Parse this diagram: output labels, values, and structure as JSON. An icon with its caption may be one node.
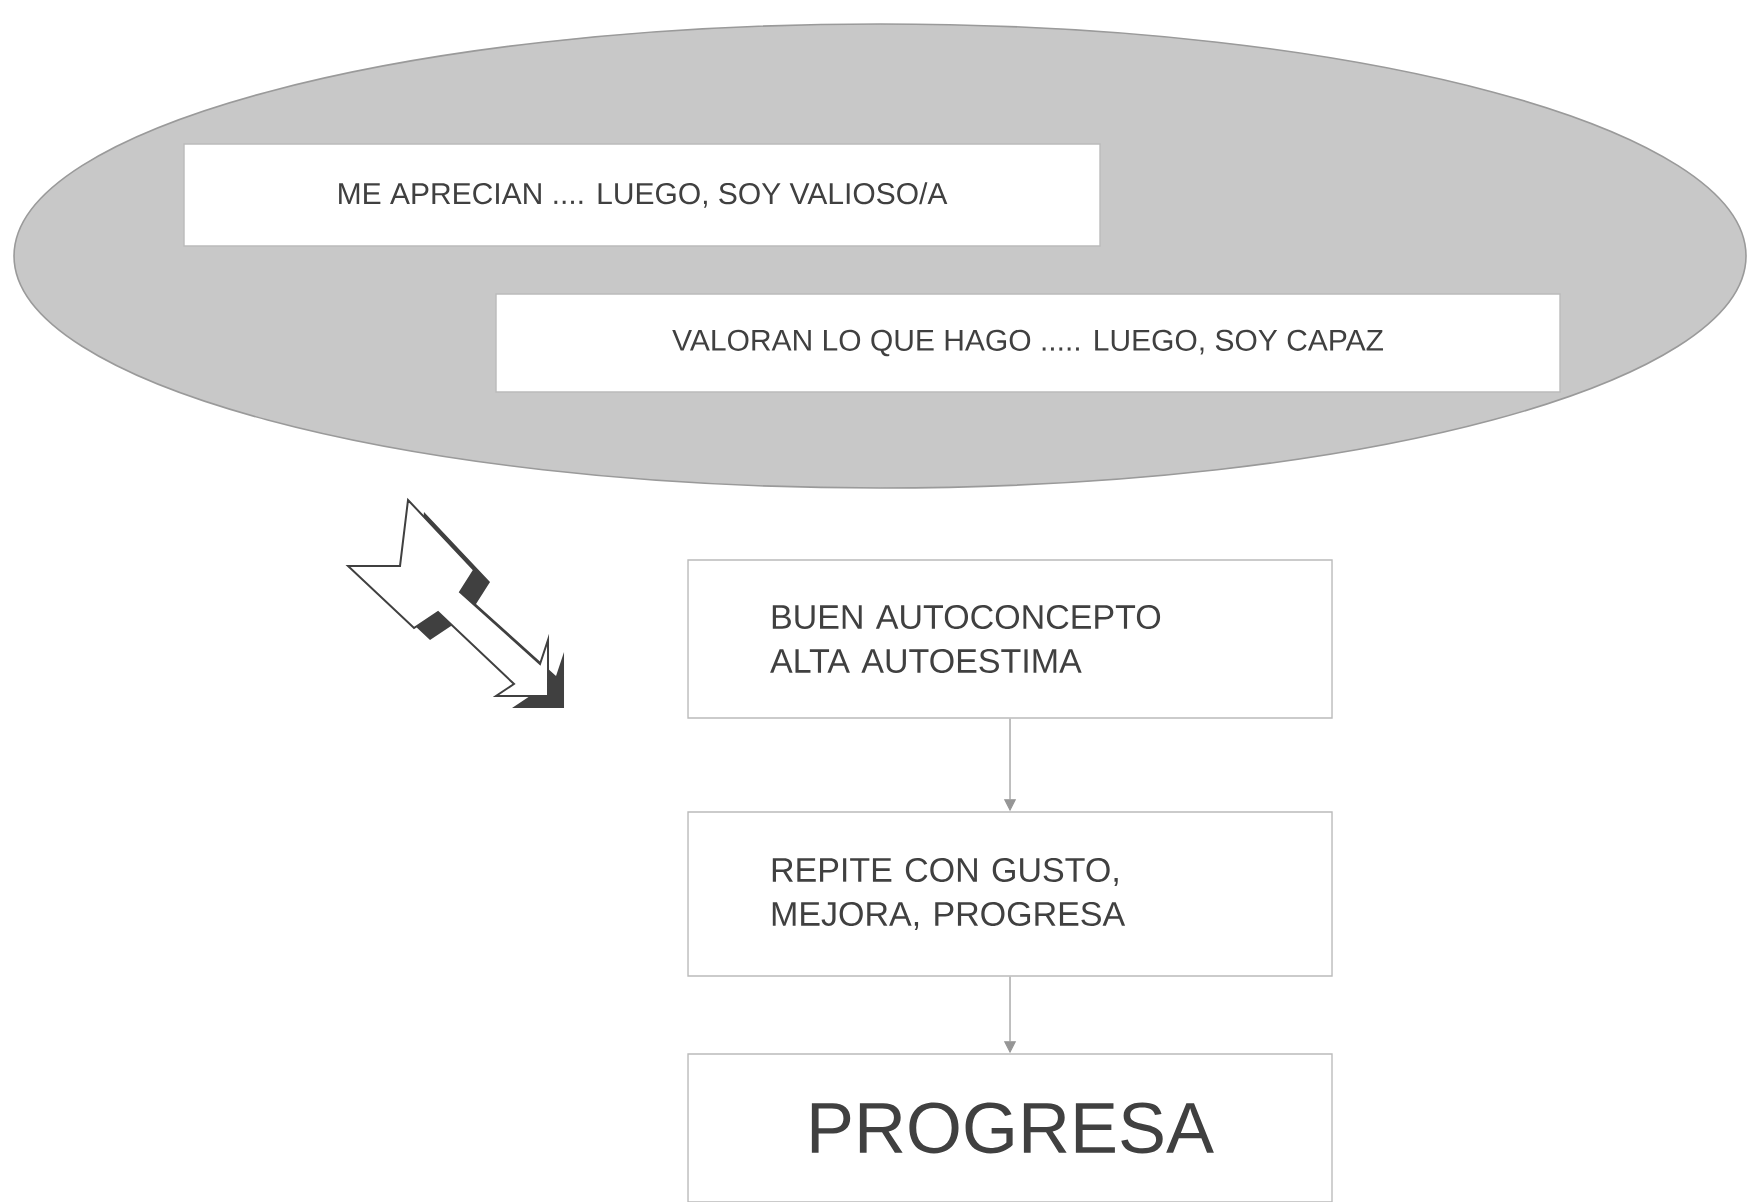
{
  "diagram": {
    "nodes": [
      {
        "text": [],
        "shape": "ellipse"
      },
      {
        "text": [
          "ME APRECIAN .... LUEGO, SOY VALIOSO/A"
        ],
        "in": 0
      },
      {
        "text": [
          "VALORAN LO QUE HAGO ..... LUEGO, SOY CAPAZ"
        ],
        "in": 0
      },
      {
        "text": [
          "BUEN AUTOCONCEPTO ALTA AUTOESTIMA"
        ]
      },
      {
        "text": [
          "REPITE CON GUSTO, MEJORA, PROGRESA"
        ]
      },
      {
        "text": [
          "PROGRESA"
        ]
      }
    ],
    "edges": [
      {
        "from": 3,
        "to": 4,
        "arrow": "to"
      },
      {
        "from": 4,
        "to": 5,
        "arrow": "to"
      }
    ]
  }
}
